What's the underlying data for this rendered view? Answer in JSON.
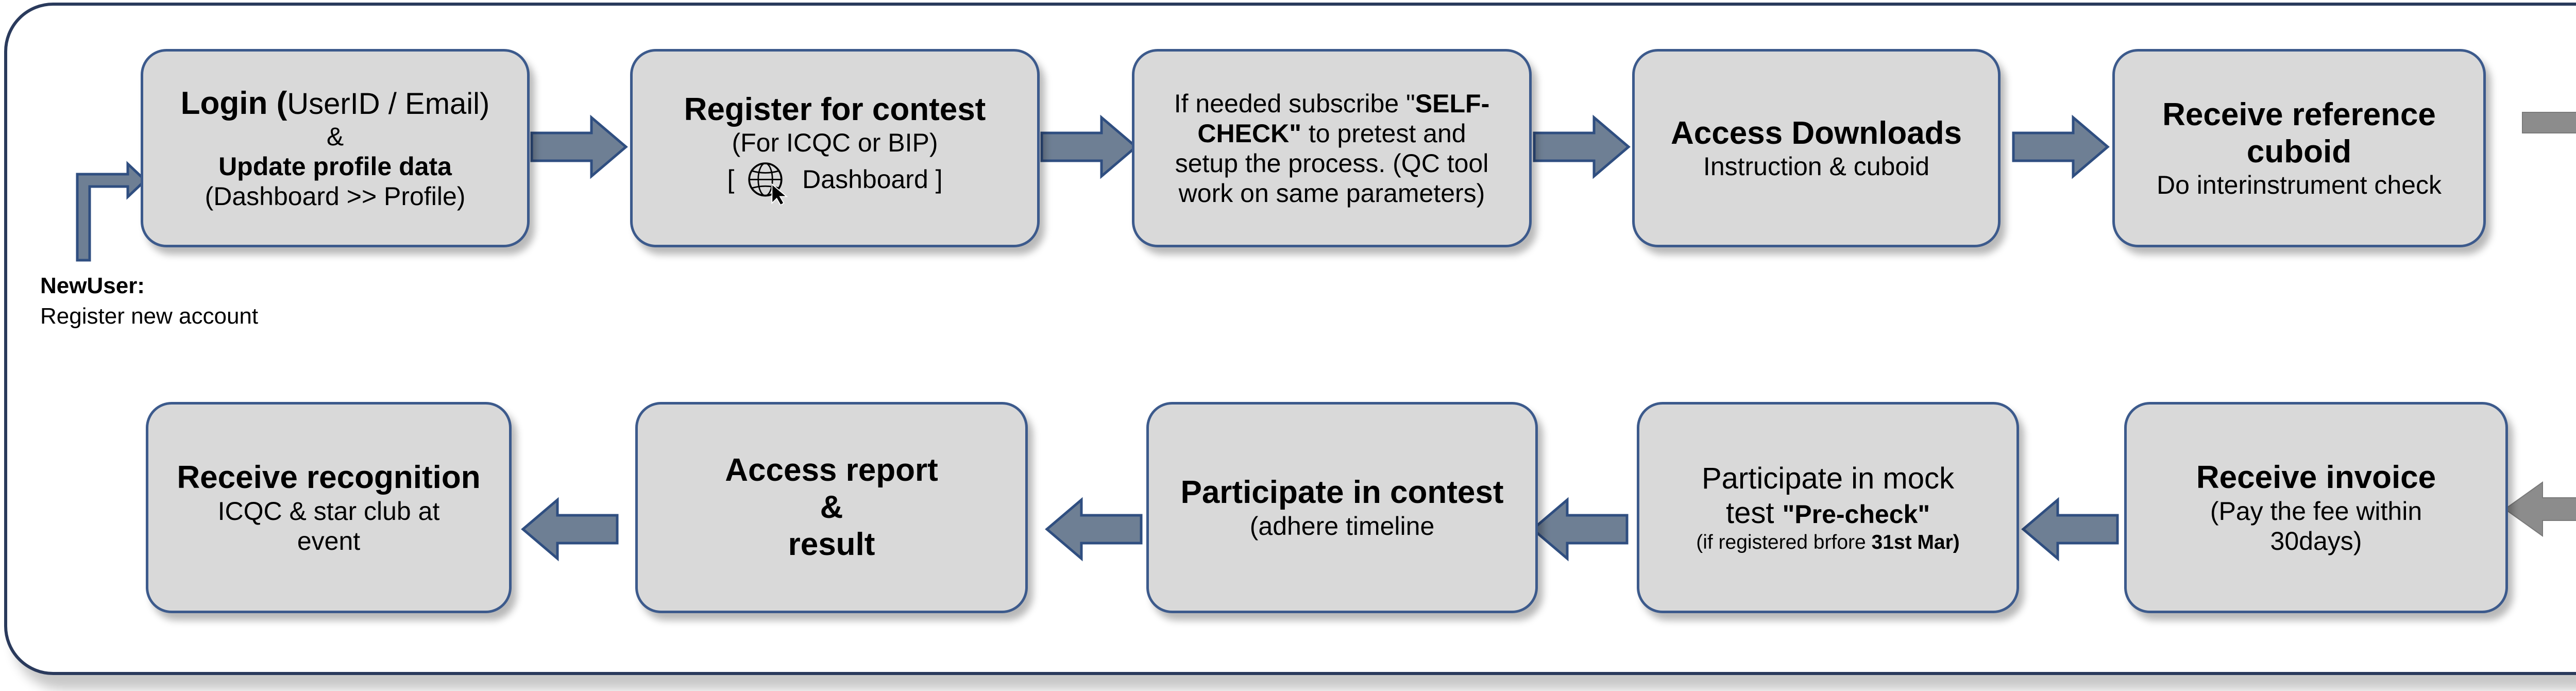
{
  "colors": {
    "box_fill": "#d9d9d9",
    "box_border": "#3c5a8c",
    "arrow_fill": "#6e7f94",
    "arrow_border": "#2f4e80",
    "connector": "#8c8c8c",
    "frame_border": "#2a3a5c"
  },
  "new_user": {
    "title": "NewUser:",
    "text": "Register new account"
  },
  "steps": {
    "login": {
      "title_a": "Login (",
      "title_b": "UserID / Email)",
      "amp": "&",
      "subtitle": "Update profile data",
      "detail": "(Dashboard >> Profile)"
    },
    "register": {
      "title": "Register for contest",
      "detail": "(For ICQC or BIP)",
      "bracket_open": "[",
      "dashboard": "Dashboard ]",
      "icon": "globe-cursor-icon"
    },
    "selfcheck": {
      "t1": "If needed subscribe \"",
      "t1b": "SELF-",
      "t2b": "CHECK\"",
      "t2": " to pretest and",
      "t3": "setup the process. (QC tool",
      "t4": "work on same parameters)"
    },
    "downloads": {
      "title": "Access Downloads",
      "detail": "Instruction &  cuboid"
    },
    "reference": {
      "title1": "Receive reference",
      "title2": "cuboid",
      "detail": "Do interinstrument check"
    },
    "invoice": {
      "title": "Receive invoice",
      "detail1": "(Pay the fee within",
      "detail2": "30days)"
    },
    "mock": {
      "line1": "Participate in mock",
      "line2a": "test  ",
      "line2b": "\"Pre-check\"",
      "line3a": "(if registered brfore ",
      "line3b": "31st Mar)"
    },
    "contest": {
      "title": "Participate in contest",
      "detail": "(adhere timeline"
    },
    "report": {
      "line1": "Access report",
      "line2": "&",
      "line3": "result"
    },
    "recognition": {
      "title": "Receive recognition",
      "detail1": "ICQC & star club at",
      "detail2": "event"
    }
  }
}
